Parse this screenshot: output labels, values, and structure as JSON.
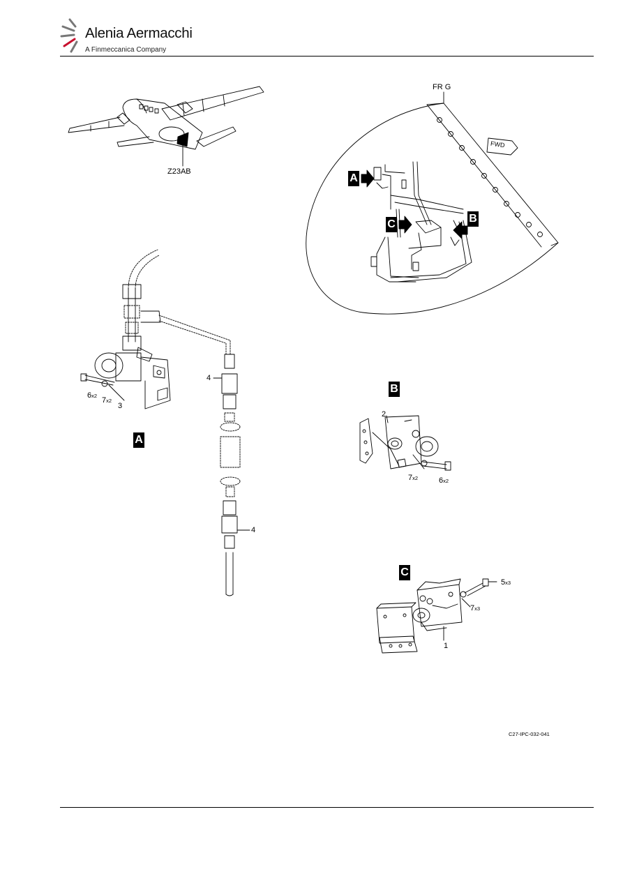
{
  "header": {
    "brand_name": "Alenia Aermacchi",
    "brand_tagline": "A Finmeccanica Company",
    "brand_colors": {
      "red": "#c8102e",
      "grey": "#777777"
    }
  },
  "figure": {
    "locator_label": "Z23AB",
    "frame_label": "FR G",
    "fwd_label": "FWD",
    "detail_markers": {
      "a": "A",
      "b": "B",
      "c": "C"
    },
    "view_a": {
      "detail_label": "A",
      "items": [
        {
          "num": "6",
          "mult": "x2"
        },
        {
          "num": "7",
          "mult": "x2"
        },
        {
          "num": "3",
          "mult": ""
        },
        {
          "num": "4",
          "mult": ""
        },
        {
          "num": "4",
          "mult": ""
        }
      ]
    },
    "view_b": {
      "detail_label": "B",
      "items": [
        {
          "num": "2",
          "mult": ""
        },
        {
          "num": "7",
          "mult": "x2"
        },
        {
          "num": "6",
          "mult": "x2"
        }
      ]
    },
    "view_c": {
      "detail_label": "C",
      "items": [
        {
          "num": "5",
          "mult": "x3"
        },
        {
          "num": "7",
          "mult": "x3"
        },
        {
          "num": "1",
          "mult": ""
        }
      ]
    },
    "drawing_ref": "C27-IPC-032-041"
  }
}
